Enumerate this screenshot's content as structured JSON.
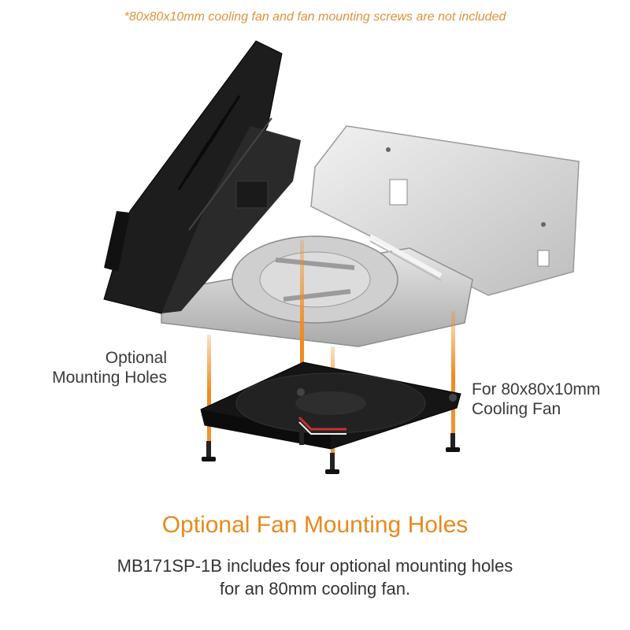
{
  "note": "*80x80x10mm cooling fan and fan mounting screws are not included",
  "labels": {
    "left_line1": "Optional",
    "left_line2": "Mounting Holes",
    "right_line1": "For 80x80x10mm",
    "right_line2": "Cooling Fan"
  },
  "headline": "Optional Fan Mounting Holes",
  "description": {
    "line1": "MB171SP-1B includes four optional mounting holes",
    "line2": "for an 80mm cooling fan."
  },
  "colors": {
    "accent": "#e8891c",
    "note": "#e0923a",
    "text": "#333333",
    "bracket_dark": "#1c1c1c",
    "tray_silver": "#d9d9d9"
  }
}
